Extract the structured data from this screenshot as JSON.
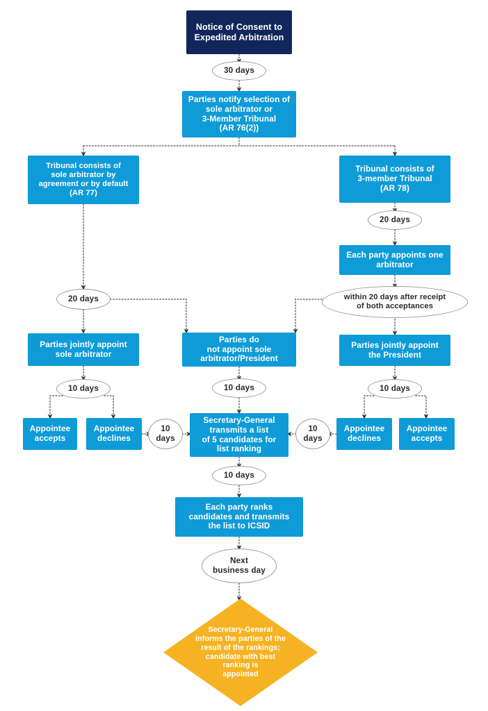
{
  "diagram": {
    "title": "Notice of Consent to Expedited Arbitration flowchart",
    "colors": {
      "navy": "#11265b",
      "blue": "#0f9bd7",
      "amber": "#f5b323",
      "connector": "#5a5a5a",
      "ellipse_text": "#2b2b2b",
      "background": "#ffffff"
    },
    "nodes": {
      "start": {
        "label": "Notice of Consent to\nExpedited Arbitration",
        "shape": "rectangle",
        "color": "navy"
      },
      "d_30_days": {
        "label": "30 days",
        "shape": "ellipse"
      },
      "notify_selection": {
        "label": "Parties notify selection of\nsole arbitrator or\n3-Member Tribunal\n(AR 76(2))",
        "shape": "rectangle",
        "color": "blue"
      },
      "tribunal_sole": {
        "label": "Tribunal consists of\nsole arbitrator by\nagreement or by default\n(AR 77)",
        "shape": "rectangle",
        "color": "blue"
      },
      "tribunal_three": {
        "label": "Tribunal consists of\n3-member Tribunal\n(AR 78)",
        "shape": "rectangle",
        "color": "blue"
      },
      "d_20_days_right": {
        "label": "20 days",
        "shape": "ellipse"
      },
      "each_party_appoints": {
        "label": "Each party appoints one\narbitrator",
        "shape": "rectangle",
        "color": "blue"
      },
      "d_20_days_left": {
        "label": "20 days",
        "shape": "ellipse"
      },
      "d_within_20_days": {
        "label": "within 20 days after receipt\nof both acceptances",
        "shape": "ellipse"
      },
      "jointly_sole": {
        "label": "Parties jointly appoint\nsole arbitrator",
        "shape": "rectangle",
        "color": "blue"
      },
      "not_appoint": {
        "label": "Parties do\nnot appoint sole\narbitrator/President",
        "shape": "rectangle",
        "color": "blue"
      },
      "jointly_president": {
        "label": "Parties jointly appoint\nthe President",
        "shape": "rectangle",
        "color": "blue"
      },
      "d_10_days_left": {
        "label": "10 days",
        "shape": "ellipse"
      },
      "d_10_days_center": {
        "label": "10 days",
        "shape": "ellipse"
      },
      "d_10_days_right": {
        "label": "10 days",
        "shape": "ellipse"
      },
      "appointee_accepts_left": {
        "label": "Appointee\naccepts",
        "shape": "rectangle",
        "color": "blue"
      },
      "appointee_declines_left": {
        "label": "Appointee\ndeclines",
        "shape": "rectangle",
        "color": "blue"
      },
      "d_10_days_mid_left": {
        "label": "10\ndays",
        "shape": "ellipse"
      },
      "secretary_general_list": {
        "label": "Secretary-General\ntransmits a list\nof 5 candidates for\nlist ranking",
        "shape": "rectangle",
        "color": "blue"
      },
      "d_10_days_mid_right": {
        "label": "10\ndays",
        "shape": "ellipse"
      },
      "appointee_declines_right": {
        "label": "Appointee\ndeclines",
        "shape": "rectangle",
        "color": "blue"
      },
      "appointee_accepts_right": {
        "label": "Appointee\naccepts",
        "shape": "rectangle",
        "color": "blue"
      },
      "d_10_days_bottom": {
        "label": "10 days",
        "shape": "ellipse"
      },
      "each_party_ranks": {
        "label": "Each party ranks\ncandidates and transmits\nthe list to ICSID",
        "shape": "rectangle",
        "color": "blue"
      },
      "d_next_business_day": {
        "label": "Next\nbusiness day",
        "shape": "ellipse"
      },
      "final_outcome": {
        "label": "Secretary-General\ninforms the parties of the\nresult of the rankings;\ncandidate with best\nranking is\nappointed",
        "shape": "diamond",
        "color": "amber"
      }
    }
  },
  "chart_data": {
    "type": "diagram",
    "title": "Notice of Consent to Expedited Arbitration",
    "steps": [
      {
        "id": "start",
        "label": "Notice of Consent to Expedited Arbitration",
        "shape": "rectangle",
        "color": "#11265b"
      },
      {
        "id": "d_30_days",
        "label": "30 days",
        "shape": "ellipse"
      },
      {
        "id": "notify_selection",
        "label": "Parties notify selection of sole arbitrator or 3-Member Tribunal (AR 76(2))",
        "shape": "rectangle",
        "color": "#0f9bd7"
      },
      {
        "id": "tribunal_sole",
        "label": "Tribunal consists of sole arbitrator by agreement or by default (AR 77)",
        "shape": "rectangle",
        "color": "#0f9bd7"
      },
      {
        "id": "tribunal_three",
        "label": "Tribunal consists of 3-member Tribunal (AR 78)",
        "shape": "rectangle",
        "color": "#0f9bd7"
      },
      {
        "id": "d_20_days_right",
        "label": "20 days",
        "shape": "ellipse"
      },
      {
        "id": "each_party_appoints",
        "label": "Each party appoints one arbitrator",
        "shape": "rectangle",
        "color": "#0f9bd7"
      },
      {
        "id": "d_20_days_left",
        "label": "20 days",
        "shape": "ellipse"
      },
      {
        "id": "d_within_20_days",
        "label": "within 20 days after receipt of both acceptances",
        "shape": "ellipse"
      },
      {
        "id": "jointly_sole",
        "label": "Parties jointly appoint sole arbitrator",
        "shape": "rectangle",
        "color": "#0f9bd7"
      },
      {
        "id": "not_appoint",
        "label": "Parties do not appoint sole arbitrator/President",
        "shape": "rectangle",
        "color": "#0f9bd7"
      },
      {
        "id": "jointly_president",
        "label": "Parties jointly appoint the President",
        "shape": "rectangle",
        "color": "#0f9bd7"
      },
      {
        "id": "d_10_days_left",
        "label": "10 days",
        "shape": "ellipse"
      },
      {
        "id": "d_10_days_center",
        "label": "10 days",
        "shape": "ellipse"
      },
      {
        "id": "d_10_days_right",
        "label": "10 days",
        "shape": "ellipse"
      },
      {
        "id": "appointee_accepts_left",
        "label": "Appointee accepts",
        "shape": "rectangle",
        "color": "#0f9bd7"
      },
      {
        "id": "appointee_declines_left",
        "label": "Appointee declines",
        "shape": "rectangle",
        "color": "#0f9bd7"
      },
      {
        "id": "d_10_days_mid_left",
        "label": "10 days",
        "shape": "ellipse"
      },
      {
        "id": "secretary_general_list",
        "label": "Secretary-General transmits a list of 5 candidates for list ranking",
        "shape": "rectangle",
        "color": "#0f9bd7"
      },
      {
        "id": "d_10_days_mid_right",
        "label": "10 days",
        "shape": "ellipse"
      },
      {
        "id": "appointee_declines_right",
        "label": "Appointee declines",
        "shape": "rectangle",
        "color": "#0f9bd7"
      },
      {
        "id": "appointee_accepts_right",
        "label": "Appointee accepts",
        "shape": "rectangle",
        "color": "#0f9bd7"
      },
      {
        "id": "d_10_days_bottom",
        "label": "10 days",
        "shape": "ellipse"
      },
      {
        "id": "each_party_ranks",
        "label": "Each party ranks candidates and transmits the list to ICSID",
        "shape": "rectangle",
        "color": "#0f9bd7"
      },
      {
        "id": "d_next_business_day",
        "label": "Next business day",
        "shape": "ellipse"
      },
      {
        "id": "final_outcome",
        "label": "Secretary-General informs the parties of the result of the rankings; candidate with best ranking is appointed",
        "shape": "diamond",
        "color": "#f5b323"
      }
    ],
    "edges": [
      {
        "from": "start",
        "to": "d_30_days"
      },
      {
        "from": "d_30_days",
        "to": "notify_selection"
      },
      {
        "from": "notify_selection",
        "to": "tribunal_sole"
      },
      {
        "from": "notify_selection",
        "to": "tribunal_three"
      },
      {
        "from": "tribunal_three",
        "to": "d_20_days_right"
      },
      {
        "from": "d_20_days_right",
        "to": "each_party_appoints"
      },
      {
        "from": "each_party_appoints",
        "to": "d_within_20_days"
      },
      {
        "from": "tribunal_sole",
        "to": "d_20_days_left"
      },
      {
        "from": "d_20_days_left",
        "to": "jointly_sole"
      },
      {
        "from": "d_20_days_left",
        "to": "not_appoint"
      },
      {
        "from": "d_within_20_days",
        "to": "jointly_president"
      },
      {
        "from": "d_within_20_days",
        "to": "not_appoint"
      },
      {
        "from": "jointly_sole",
        "to": "d_10_days_left"
      },
      {
        "from": "d_10_days_left",
        "to": "appointee_accepts_left"
      },
      {
        "from": "d_10_days_left",
        "to": "appointee_declines_left"
      },
      {
        "from": "appointee_declines_left",
        "to": "d_10_days_mid_left"
      },
      {
        "from": "d_10_days_mid_left",
        "to": "secretary_general_list"
      },
      {
        "from": "not_appoint",
        "to": "d_10_days_center"
      },
      {
        "from": "d_10_days_center",
        "to": "secretary_general_list"
      },
      {
        "from": "jointly_president",
        "to": "d_10_days_right"
      },
      {
        "from": "d_10_days_right",
        "to": "appointee_declines_right"
      },
      {
        "from": "d_10_days_right",
        "to": "appointee_accepts_right"
      },
      {
        "from": "appointee_declines_right",
        "to": "d_10_days_mid_right"
      },
      {
        "from": "d_10_days_mid_right",
        "to": "secretary_general_list"
      },
      {
        "from": "secretary_general_list",
        "to": "d_10_days_bottom"
      },
      {
        "from": "d_10_days_bottom",
        "to": "each_party_ranks"
      },
      {
        "from": "each_party_ranks",
        "to": "d_next_business_day"
      },
      {
        "from": "d_next_business_day",
        "to": "final_outcome"
      }
    ]
  }
}
